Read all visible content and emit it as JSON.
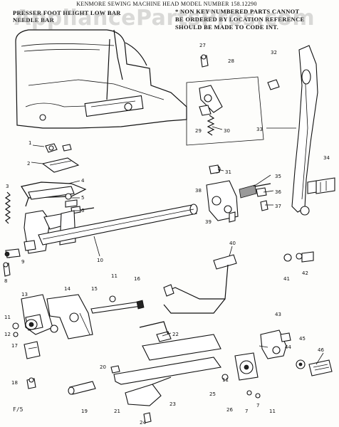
{
  "header": {
    "title": "KENMORE SEWING MACHINE HEAD MODEL NUMBER 158.12290",
    "left_note": [
      "PRESSER FOOT HEIGHT LOW BAR",
      "NEEDLE BAR"
    ],
    "right_note": [
      "* NON KEY NUMBERED PARTS CANNOT",
      "BE ORDERED BY LOCATION REFERENCE",
      "SHOULD BE MADE TO CODE INT."
    ]
  },
  "watermark": "AppliancePartsPros.com",
  "page_code": "F/5",
  "callouts": [
    "1",
    "2",
    "3",
    "4",
    "5",
    "6",
    "7",
    "8",
    "9",
    "10",
    "11",
    "11",
    "12",
    "13",
    "14",
    "15",
    "16",
    "17",
    "18",
    "19",
    "20",
    "21",
    "22",
    "23",
    "24",
    "25",
    "26",
    "27",
    "28",
    "29",
    "30",
    "31",
    "32",
    "33",
    "34",
    "35",
    "36",
    "37",
    "38",
    "39",
    "40",
    "41",
    "42",
    "43",
    "44",
    "45",
    "46",
    "11",
    "7",
    "11"
  ]
}
